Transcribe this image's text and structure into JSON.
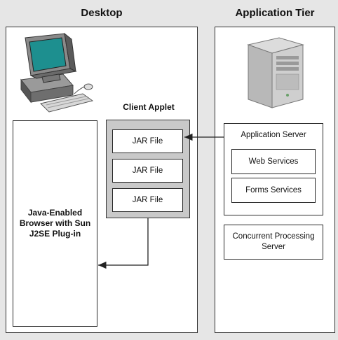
{
  "desktop": {
    "title": "Desktop",
    "client_applet_label": "Client Applet",
    "jar_files": [
      "JAR File",
      "JAR File",
      "JAR File"
    ],
    "browser_label": "Java-Enabled Browser with Sun J2SE Plug-in"
  },
  "app_tier": {
    "title": "Application Tier",
    "application_server_label": "Application Server",
    "web_services_label": "Web Services",
    "forms_services_label": "Forms Services",
    "concurrent_server_label": "Concurrent Processing Server"
  },
  "icons": {
    "desktop": "desktop-computer-icon",
    "server": "server-tower-icon"
  }
}
